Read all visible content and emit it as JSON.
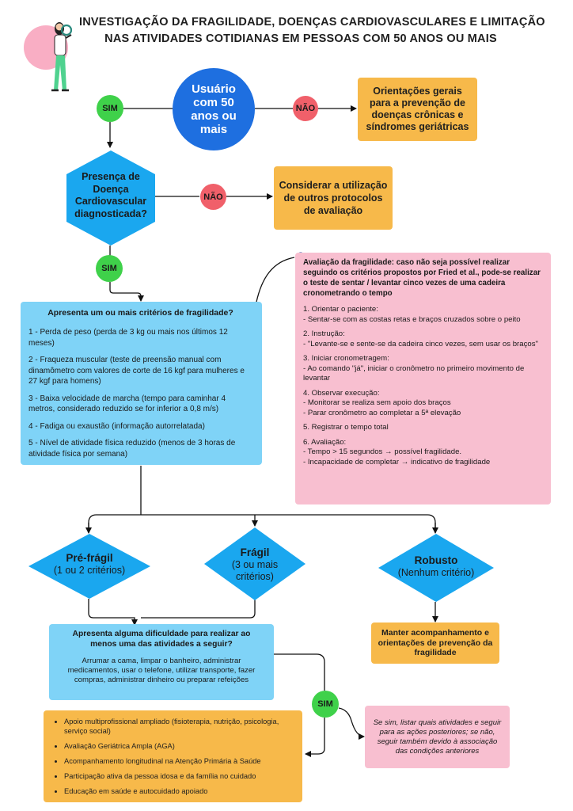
{
  "title": {
    "line1": "INVESTIGAÇÃO DA FRAGILIDADE, DOENÇAS CARDIOVASCULARES E LIMITAÇÃO",
    "line2": "NAS ATIVIDADES COTIDIANAS EM PESSOAS COM 50 ANOS OU MAIS"
  },
  "colors": {
    "green": "#3fd14a",
    "red": "#f0606a",
    "blue": "#1e6fe0",
    "cyan": "#1aa7ef",
    "lightblue": "#7fd3f7",
    "orange": "#f7b94a",
    "pink": "#f8bfd0"
  },
  "labels": {
    "sim": "SIM",
    "nao": "NÃO"
  },
  "start_node": {
    "line1": "Usuário",
    "line2": "com 50",
    "line3": "anos ou",
    "line4": "mais"
  },
  "orientacoes_box": {
    "line1": "Orientações gerais",
    "line2": "para a prevenção de",
    "line3": "doenças crônicas e",
    "line4": "síndromes geriátricas"
  },
  "cardio_decision": {
    "line1": "Presença de",
    "line2": "Doença",
    "line3": "Cardiovascular",
    "line4": "diagnosticada?"
  },
  "outros_box": {
    "line1": "Considerar a utilização",
    "line2": "de outros protocolos",
    "line3": "de avaliação"
  },
  "criteria_box": {
    "heading": "Apresenta um ou mais critérios de fragilidade?",
    "items": [
      "1 - Perda de peso (perda de 3 kg ou mais nos últimos 12 meses)",
      "2 - Fraqueza muscular (teste de preensão manual com dinamômetro com valores de corte de 16 kgf para mulheres e 27 kgf para homens)",
      "3 - Baixa velocidade de marcha (tempo para caminhar 4 metros, considerado reduzido se for inferior a 0,8 m/s)",
      "4 - Fadiga ou exaustão (informação autorrelatada)",
      "5 - Nível de atividade física reduzido (menos de 3 horas de atividade física por semana)"
    ]
  },
  "frailty_eval": {
    "heading": "Avaliação da fragilidade: caso não seja possível realizar seguindo os critérios propostos por Fried et al., pode-se realizar o teste de sentar / levantar cinco vezes de uma cadeira cronometrando o tempo",
    "steps": [
      {
        "title": "1. Orientar o paciente:",
        "lines": [
          "- Sentar-se com as costas retas e braços cruzados sobre o peito"
        ]
      },
      {
        "title": "2. Instrução:",
        "lines": [
          "- \"Levante-se e sente-se da cadeira cinco vezes, sem usar os braços\""
        ]
      },
      {
        "title": "3. Iniciar cronometragem:",
        "lines": [
          "- Ao comando \"já\", iniciar o cronômetro no primeiro movimento de levantar"
        ]
      },
      {
        "title": "4. Observar execução:",
        "lines": [
          "- Monitorar se realiza sem apoio dos braços",
          "- Parar cronômetro ao completar a 5ª elevação"
        ]
      },
      {
        "title": "5. Registrar o tempo total",
        "lines": []
      },
      {
        "title": "6. Avaliação:",
        "lines": [
          "- Tempo > 15 segundos → possível fragilidade.",
          "- Incapacidade de completar → indicativo de fragilidade"
        ]
      }
    ]
  },
  "prefragil": {
    "name": "Pré-frágil",
    "detail": "(1 ou 2 critérios)"
  },
  "fragil": {
    "name": "Frágil",
    "detail1": "(3 ou mais",
    "detail2": "critérios)"
  },
  "robusto": {
    "name": "Robusto",
    "detail": "(Nenhum critério)"
  },
  "manter_box": {
    "line1": "Manter acompanhamento e",
    "line2": "orientações de prevenção da",
    "line3": "fragilidade"
  },
  "activities_box": {
    "heading": "Apresenta alguma dificuldade para realizar ao menos uma das atividades a seguir?",
    "body": "Arrumar a cama, limpar o banheiro, administrar medicamentos, usar o telefone, utilizar transporte, fazer compras, administrar dinheiro ou preparar refeições"
  },
  "note_box": {
    "text": "Se sim, listar quais atividades e seguir para as ações posteriores; se não, seguir também devido à associação das condições anteriores"
  },
  "actions_box": {
    "items": [
      "Apoio multiprofissional ampliado (fisioterapia, nutrição, psicologia, serviço social)",
      "Avaliação Geriátrica Ampla (AGA)",
      "Acompanhamento longitudinal na Atenção Primária à Saúde",
      "Participação ativa da pessoa idosa e da família no cuidado",
      "Educação em saúde e autocuidado apoiado"
    ]
  }
}
